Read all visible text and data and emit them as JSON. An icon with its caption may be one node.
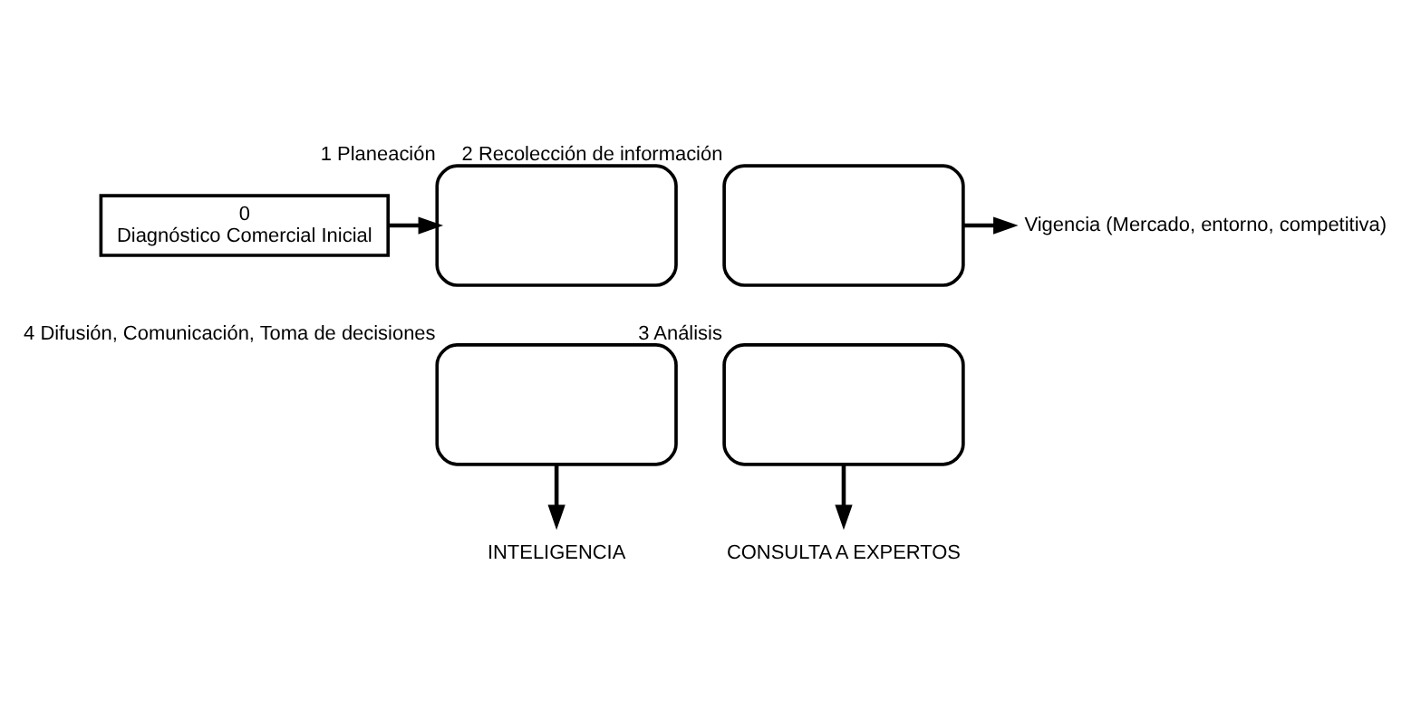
{
  "diagram": {
    "nodes": [
      {
        "text": [
          "0",
          "Diagnóstico Comercial Inicial"
        ]
      },
      {
        "text": [],
        "shape": "arc",
        "beside": [
          "1 Planeación"
        ]
      },
      {
        "text": [],
        "shape": "arc",
        "beside": [
          "2 Recolección de información"
        ]
      },
      {
        "text": [],
        "shape": "arc",
        "beside": [
          "4 Difusión, Comunicación, Toma de decisiones"
        ]
      },
      {
        "text": [],
        "shape": "arc",
        "beside": [
          "3 Análisis"
        ]
      },
      {
        "text": [
          "Vigencia (Mercado, entorno, competitiva)"
        ]
      },
      {
        "text": [
          "INTELIGENCIA"
        ]
      },
      {
        "text": [
          "CONSULTA A EXPERTOS"
        ]
      }
    ],
    "edges": [
      {
        "from": 0,
        "to": 1,
        "arrow": "to"
      },
      {
        "from": 2,
        "to": 5,
        "arrow": "to"
      },
      {
        "from": 3,
        "to": 6,
        "arrow": "to"
      },
      {
        "from": 4,
        "to": 7,
        "arrow": "to"
      }
    ]
  }
}
